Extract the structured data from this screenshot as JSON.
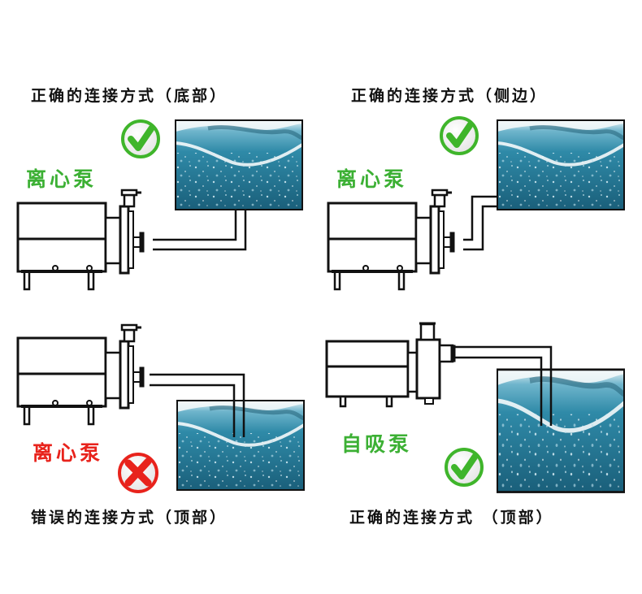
{
  "panels": [
    {
      "id": "top-left",
      "caption": "正确的连接方式（底部）",
      "pump_type": "离心泵",
      "pump_label_color": "#3cb034",
      "verdict": "correct",
      "connection": "bottom"
    },
    {
      "id": "top-right",
      "caption": "正确的连接方式（侧边）",
      "pump_type": "离心泵",
      "pump_label_color": "#3cb034",
      "verdict": "correct",
      "connection": "side"
    },
    {
      "id": "bottom-left",
      "caption": "错误的连接方式（顶部）",
      "pump_type": "离心泵",
      "pump_label_color": "#e8231c",
      "verdict": "wrong",
      "connection": "top"
    },
    {
      "id": "bottom-right",
      "caption": "正确的连接方式 （顶部）",
      "pump_type": "自吸泵",
      "pump_label_color": "#3cb034",
      "verdict": "correct",
      "connection": "top"
    }
  ],
  "icons": {
    "correct": "check-circle-icon",
    "wrong": "cross-circle-icon"
  },
  "colors": {
    "check_green": "#3fb52b",
    "cross_red": "#e8231c",
    "water_deep": "#1f6f8c",
    "water_light": "#3a9fbf",
    "line": "#111111"
  }
}
